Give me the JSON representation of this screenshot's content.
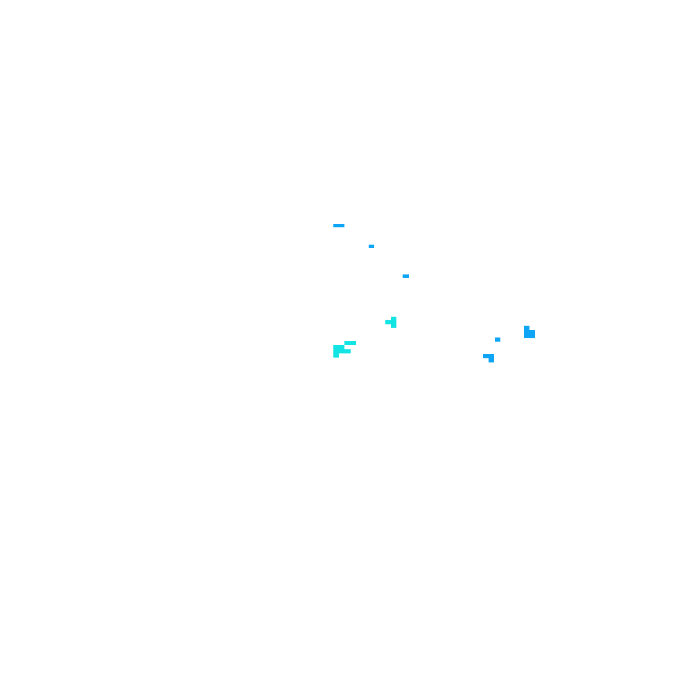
{
  "canvas": {
    "background": "#ffffff"
  },
  "colors": {
    "blue": "#0ea5f7",
    "cyan": "#12e3e3"
  },
  "fragment_groups": [
    {
      "name": "fragment-blue-1",
      "color": "blue"
    },
    {
      "name": "fragment-blue-2",
      "color": "blue"
    },
    {
      "name": "fragment-blue-3",
      "color": "blue"
    },
    {
      "name": "fragment-cyan-1",
      "color": "cyan"
    },
    {
      "name": "fragment-cyan-2",
      "color": "cyan"
    },
    {
      "name": "fragment-blue-4",
      "color": "blue"
    },
    {
      "name": "fragment-blue-5",
      "color": "blue"
    },
    {
      "name": "fragment-blue-6",
      "color": "blue"
    }
  ]
}
